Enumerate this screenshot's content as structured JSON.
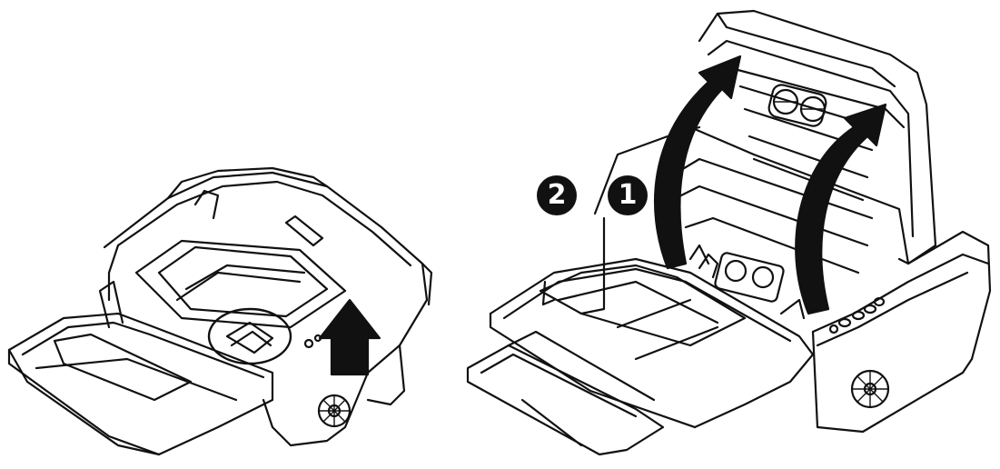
{
  "figure": {
    "left_panel": {
      "description_icon": "scanner-closed-icon",
      "arrow_icon": "up-arrow-icon"
    },
    "right_panel": {
      "description_icon": "scanner-open-icon"
    }
  },
  "steps": [
    {
      "number": "2",
      "icon": "step-2-badge"
    },
    {
      "number": "1",
      "icon": "step-1-badge"
    }
  ],
  "colors": {
    "line": "#111111",
    "background": "#ffffff",
    "badge": "#111111"
  }
}
